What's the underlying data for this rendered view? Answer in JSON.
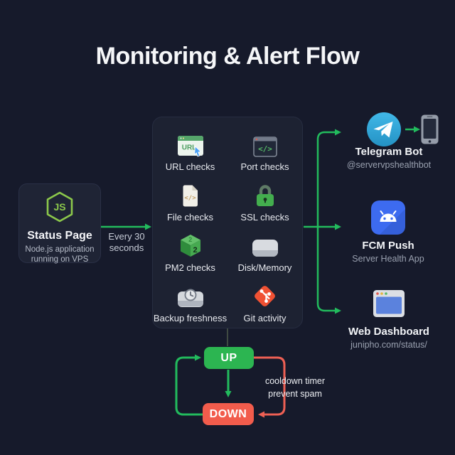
{
  "title": "Monitoring & Alert Flow",
  "source": {
    "title": "Status Page",
    "subtitle_line1": "Node.js application",
    "subtitle_line2": "running on VPS"
  },
  "interval": {
    "line1": "Every 30",
    "line2": "seconds"
  },
  "checks": [
    {
      "label": "URL checks",
      "icon": "url-window-icon"
    },
    {
      "label": "Port checks",
      "icon": "port-terminal-icon"
    },
    {
      "label": "File checks",
      "icon": "file-code-icon"
    },
    {
      "label": "SSL checks",
      "icon": "ssl-lock-icon"
    },
    {
      "label": "PM2 checks",
      "icon": "pm2-cube-icon"
    },
    {
      "label": "Disk/Memory",
      "icon": "disk-drive-icon"
    },
    {
      "label": "Backup freshness",
      "icon": "backup-drive-icon"
    },
    {
      "label": "Git activity",
      "icon": "git-logo-icon"
    }
  ],
  "outputs": [
    {
      "title": "Telegram Bot",
      "subtitle": "@servervpshealthbot",
      "icon": "telegram-icon"
    },
    {
      "title": "FCM Push",
      "subtitle": "Server Health App",
      "icon": "android-icon"
    },
    {
      "title": "Web Dashboard",
      "subtitle": "junipho.com/status/",
      "icon": "browser-window-icon"
    }
  ],
  "state_machine": {
    "up_label": "UP",
    "down_label": "DOWN",
    "note_line1": "cooldown timer",
    "note_line2": "prevent spam"
  },
  "colors": {
    "background": "#161a2b",
    "panel": "#1d2232",
    "accent_green": "#22bb5d",
    "alert_red": "#f25c4c",
    "loop_red": "#ef6054",
    "telegram_blue": "#35a9de",
    "fcm_blue": "#3d6bf0",
    "node_green": "#8cc84b",
    "git_red": "#f05133"
  }
}
